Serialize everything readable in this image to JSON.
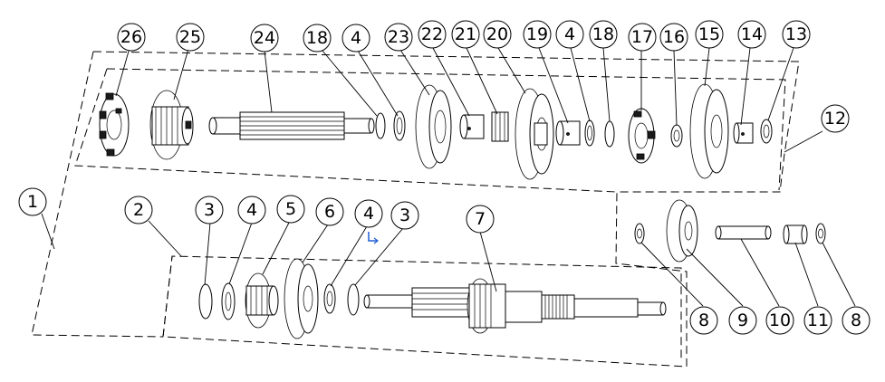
{
  "diagram": {
    "callouts": [
      "1",
      "2",
      "3",
      "4",
      "5",
      "6",
      "7",
      "8",
      "9",
      "10",
      "11",
      "12",
      "13",
      "14",
      "15",
      "16",
      "17",
      "18",
      "19",
      "20",
      "21",
      "22",
      "23",
      "24",
      "25",
      "26"
    ],
    "balloons": {
      "top": [
        "26",
        "25",
        "24",
        "18",
        "4",
        "23",
        "22",
        "21",
        "20",
        "19",
        "4",
        "18",
        "17",
        "16",
        "15",
        "14",
        "13"
      ],
      "right_top": "12",
      "left": [
        "1",
        "2"
      ],
      "bottom_row": [
        "3",
        "4",
        "5",
        "6",
        "4",
        "3",
        "7"
      ],
      "right_bottom": [
        "8",
        "9",
        "10",
        "11",
        "8"
      ]
    }
  },
  "colors": {
    "line": "#000000",
    "axis_marker": "#1f5fd6",
    "background": "#ffffff"
  }
}
